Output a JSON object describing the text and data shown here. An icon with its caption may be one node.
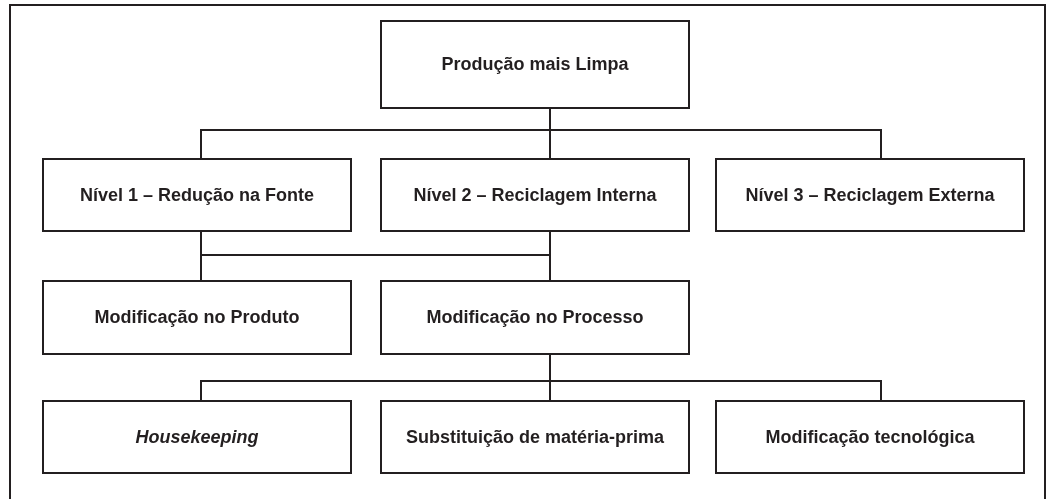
{
  "diagram": {
    "nodes": [
      {
        "text": [
          "Produção mais Limpa"
        ]
      },
      {
        "text": [
          "Nível 1 – Redução na Fonte"
        ]
      },
      {
        "text": [
          "Nível 2 – Reciclagem Interna"
        ]
      },
      {
        "text": [
          "Nível 3 – Reciclagem Externa"
        ]
      },
      {
        "text": [
          "Modificação no Produto"
        ]
      },
      {
        "text": [
          "Modificação no Processo"
        ]
      },
      {
        "text": [
          "*Housekeeping*"
        ]
      },
      {
        "text": [
          "Substituição de matéria-prima"
        ]
      },
      {
        "text": [
          "Modificação tecnológica"
        ]
      }
    ],
    "edges": [
      {
        "from": 0,
        "to": 1,
        "arrow": "none"
      },
      {
        "from": 0,
        "to": 2,
        "arrow": "none"
      },
      {
        "from": 0,
        "to": 3,
        "arrow": "none"
      },
      {
        "from": 1,
        "to": 4,
        "arrow": "none"
      },
      {
        "from": 1,
        "to": 5,
        "arrow": "none"
      },
      {
        "from": 2,
        "to": 4,
        "arrow": "none"
      },
      {
        "from": 2,
        "to": 5,
        "arrow": "none"
      },
      {
        "from": 5,
        "to": 6,
        "arrow": "none"
      },
      {
        "from": 5,
        "to": 7,
        "arrow": "none"
      },
      {
        "from": 5,
        "to": 8,
        "arrow": "none"
      }
    ]
  }
}
